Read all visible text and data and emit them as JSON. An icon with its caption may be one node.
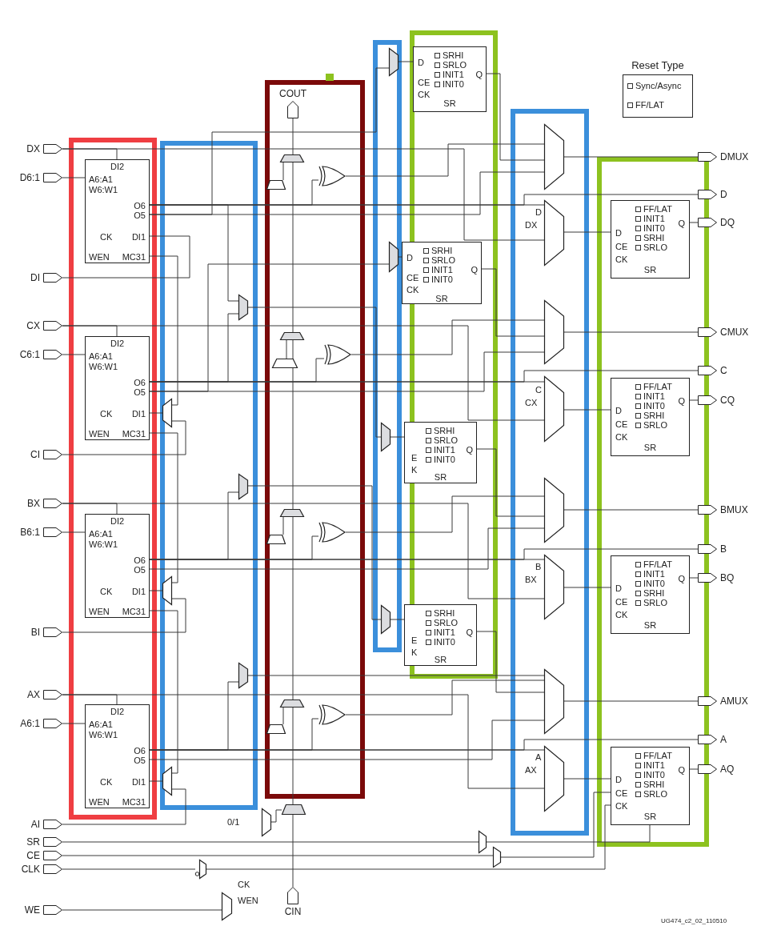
{
  "diagram": {
    "nodes": [
      {
        "text": [
          "DX"
        ]
      },
      {
        "text": [
          "D6:1"
        ]
      },
      {
        "text": [
          "DI"
        ]
      },
      {
        "text": [
          "CX"
        ]
      },
      {
        "text": [
          "C6:1"
        ]
      },
      {
        "text": [
          "CI"
        ]
      },
      {
        "text": [
          "BX"
        ]
      },
      {
        "text": [
          "B6:1"
        ]
      },
      {
        "text": [
          "BI"
        ]
      },
      {
        "text": [
          "AX"
        ]
      },
      {
        "text": [
          "A6:1"
        ]
      },
      {
        "text": [
          "AI"
        ]
      },
      {
        "text": [
          "SR"
        ]
      },
      {
        "text": [
          "CE"
        ]
      },
      {
        "text": [
          "CLK"
        ]
      },
      {
        "text": [
          "WE"
        ]
      },
      {
        "text": [
          "DI2",
          "A6:A1",
          "W6:W1",
          "O6",
          "O5",
          "CK",
          "DI1",
          "WEN",
          "MC31"
        ]
      },
      {
        "text": [
          "DI2",
          "A6:A1",
          "W6:W1",
          "O6",
          "O5",
          "CK",
          "DI1",
          "WEN",
          "MC31"
        ]
      },
      {
        "text": [
          "DI2",
          "A6:A1",
          "W6:W1",
          "O6",
          "O5",
          "CK",
          "DI1",
          "WEN",
          "MC31"
        ]
      },
      {
        "text": [
          "DI2",
          "A6:A1",
          "W6:W1",
          "O6",
          "O5",
          "CK",
          "DI1",
          "WEN",
          "MC31"
        ]
      },
      {
        "text": [
          "COUT"
        ]
      },
      {
        "text": [
          "CIN"
        ]
      },
      {
        "text": [
          "D",
          "CE",
          "CK",
          "SRHI",
          "SRLO",
          "INIT1",
          "INIT0",
          "Q",
          "SR"
        ]
      },
      {
        "text": [
          "D",
          "CE",
          "CK",
          "SRHI",
          "SRLO",
          "INIT1",
          "INIT0",
          "Q",
          "SR"
        ]
      },
      {
        "text": [
          "E",
          "K",
          "SRHI",
          "SRLO",
          "INIT1",
          "INIT0",
          "Q",
          "SR"
        ]
      },
      {
        "text": [
          "E",
          "K",
          "SRHI",
          "SRLO",
          "INIT1",
          "INIT0",
          "Q",
          "SR"
        ]
      },
      {
        "text": [
          "FF/LAT",
          "INIT1",
          "INIT0",
          "SRHI",
          "SRLO",
          "D",
          "CE",
          "CK",
          "Q",
          "SR"
        ]
      },
      {
        "text": [
          "FF/LAT",
          "INIT1",
          "INIT0",
          "SRHI",
          "SRLO",
          "D",
          "CE",
          "CK",
          "Q",
          "SR"
        ]
      },
      {
        "text": [
          "FF/LAT",
          "INIT1",
          "INIT0",
          "SRHI",
          "SRLO",
          "D",
          "CE",
          "CK",
          "Q",
          "SR"
        ]
      },
      {
        "text": [
          "FF/LAT",
          "INIT1",
          "INIT0",
          "SRHI",
          "SRLO",
          "D",
          "CE",
          "CK",
          "Q",
          "SR"
        ]
      },
      {
        "text": [],
        "shape": "trapezoid"
      },
      {
        "text": [],
        "shape": "trapezoid"
      },
      {
        "text": [],
        "shape": "trapezoid"
      },
      {
        "text": [],
        "shape": "trapezoid"
      },
      {
        "text": [],
        "shape": "trapezoid"
      },
      {
        "text": [],
        "shape": "trapezoid"
      },
      {
        "text": [],
        "shape": "trapezoid"
      },
      {
        "text": [],
        "shape": "trapezoid"
      },
      {
        "text": [
          "DMUX"
        ]
      },
      {
        "text": [
          "D"
        ]
      },
      {
        "text": [
          "DQ"
        ]
      },
      {
        "text": [
          "CMUX"
        ]
      },
      {
        "text": [
          "C"
        ]
      },
      {
        "text": [
          "CQ"
        ]
      },
      {
        "text": [
          "BMUX"
        ]
      },
      {
        "text": [
          "B"
        ]
      },
      {
        "text": [
          "BQ"
        ]
      },
      {
        "text": [
          "AMUX"
        ]
      },
      {
        "text": [
          "A"
        ]
      },
      {
        "text": [
          "AQ"
        ]
      },
      {
        "text": [],
        "shape": "trapezoid"
      },
      {
        "text": [],
        "shape": "trapezoid"
      },
      {
        "text": [],
        "shape": "trapezoid"
      },
      {
        "text": [],
        "shape": "trapezoid"
      },
      {
        "text": [],
        "shape": "trapezoid"
      },
      {
        "text": [],
        "shape": "trapezoid"
      },
      {
        "text": [],
        "shape": "trapezoid"
      },
      {
        "text": [],
        "shape": "trapezoid"
      },
      {
        "text": [],
        "shape": "trapezoid"
      },
      {
        "text": [],
        "shape": "trapezoid"
      },
      {
        "text": [],
        "shape": "trapezoid"
      },
      {
        "text": [],
        "shape": "trapezoid"
      },
      {
        "text": [],
        "shape": "gate"
      },
      {
        "text": [],
        "shape": "gate"
      },
      {
        "text": [],
        "shape": "gate"
      },
      {
        "text": [],
        "shape": "gate"
      },
      {
        "text": [],
        "shape": "trapezoid"
      },
      {
        "text": [],
        "shape": "trapezoid"
      },
      {
        "text": [],
        "shape": "trapezoid"
      },
      {
        "text": [],
        "shape": "trapezoid"
      },
      {
        "text": [],
        "shape": "trapezoid"
      },
      {
        "text": [],
        "shape": "trapezoid"
      },
      {
        "text": [],
        "shape": "trapezoid"
      },
      {
        "text": [],
        "shape": "trapezoid"
      },
      {
        "text": [],
        "shape": "trapezoid"
      },
      {
        "text": [],
        "shape": "trapezoid"
      },
      {
        "text": [],
        "shape": "trapezoid"
      },
      {
        "text": [],
        "shape": "trapezoid"
      },
      {
        "text": [
          "Reset Type",
          "Sync/Async",
          "FF/LAT"
        ]
      }
    ],
    "edges": [
      {
        "from": 0,
        "to": 16,
        "arrow": "none"
      },
      {
        "from": 1,
        "to": 16,
        "arrow": "none"
      },
      {
        "from": 2,
        "to": 16,
        "arrow": "none"
      },
      {
        "from": 3,
        "to": 17,
        "arrow": "none"
      },
      {
        "from": 4,
        "to": 17,
        "arrow": "none"
      },
      {
        "from": 5,
        "to": 69,
        "arrow": "none"
      },
      {
        "from": 6,
        "to": 18,
        "arrow": "none"
      },
      {
        "from": 7,
        "to": 18,
        "arrow": "none"
      },
      {
        "from": 8,
        "to": 70,
        "arrow": "none"
      },
      {
        "from": 9,
        "to": 19,
        "arrow": "none"
      },
      {
        "from": 10,
        "to": 19,
        "arrow": "none"
      },
      {
        "from": 11,
        "to": 71,
        "arrow": "none"
      },
      {
        "from": 69,
        "to": 17,
        "arrow": "none"
      },
      {
        "from": 70,
        "to": 18,
        "arrow": "none"
      },
      {
        "from": 71,
        "to": 19,
        "arrow": "none"
      },
      {
        "from": 16,
        "to": 69,
        "arrow": "none"
      },
      {
        "from": 17,
        "to": 70,
        "arrow": "none"
      },
      {
        "from": 18,
        "to": 71,
        "arrow": "none"
      },
      {
        "from": 16,
        "to": 31,
        "arrow": "none"
      },
      {
        "from": 16,
        "to": 30,
        "arrow": "none"
      },
      {
        "from": 16,
        "to": 62,
        "arrow": "none"
      },
      {
        "from": 17,
        "to": 33,
        "arrow": "none"
      },
      {
        "from": 17,
        "to": 32,
        "arrow": "none"
      },
      {
        "from": 17,
        "to": 63,
        "arrow": "none"
      },
      {
        "from": 18,
        "to": 35,
        "arrow": "none"
      },
      {
        "from": 18,
        "to": 34,
        "arrow": "none"
      },
      {
        "from": 18,
        "to": 64,
        "arrow": "none"
      },
      {
        "from": 19,
        "to": 37,
        "arrow": "none"
      },
      {
        "from": 19,
        "to": 36,
        "arrow": "none"
      },
      {
        "from": 19,
        "to": 65,
        "arrow": "none"
      },
      {
        "from": 21,
        "to": 72,
        "arrow": "none"
      },
      {
        "from": 72,
        "to": 57,
        "arrow": "none"
      },
      {
        "from": 57,
        "to": 56,
        "arrow": "none"
      },
      {
        "from": 56,
        "to": 55,
        "arrow": "none"
      },
      {
        "from": 55,
        "to": 54,
        "arrow": "none"
      },
      {
        "from": 54,
        "to": 20,
        "arrow": "none"
      },
      {
        "from": 62,
        "to": 30,
        "arrow": "none"
      },
      {
        "from": 63,
        "to": 32,
        "arrow": "none"
      },
      {
        "from": 64,
        "to": 34,
        "arrow": "none"
      },
      {
        "from": 65,
        "to": 36,
        "arrow": "none"
      },
      {
        "from": 31,
        "to": 26,
        "arrow": "none"
      },
      {
        "from": 33,
        "to": 27,
        "arrow": "none"
      },
      {
        "from": 35,
        "to": 28,
        "arrow": "none"
      },
      {
        "from": 37,
        "to": 29,
        "arrow": "none"
      },
      {
        "from": 30,
        "to": 38,
        "arrow": "none"
      },
      {
        "from": 32,
        "to": 41,
        "arrow": "none"
      },
      {
        "from": 34,
        "to": 44,
        "arrow": "none"
      },
      {
        "from": 36,
        "to": 47,
        "arrow": "none"
      },
      {
        "from": 26,
        "to": 40,
        "arrow": "none"
      },
      {
        "from": 27,
        "to": 43,
        "arrow": "none"
      },
      {
        "from": 28,
        "to": 46,
        "arrow": "none"
      },
      {
        "from": 29,
        "to": 49,
        "arrow": "none"
      },
      {
        "from": 16,
        "to": 39,
        "arrow": "none"
      },
      {
        "from": 17,
        "to": 42,
        "arrow": "none"
      },
      {
        "from": 18,
        "to": 45,
        "arrow": "none"
      },
      {
        "from": 19,
        "to": 48,
        "arrow": "none"
      },
      {
        "from": 50,
        "to": 22,
        "arrow": "none"
      },
      {
        "from": 51,
        "to": 23,
        "arrow": "none"
      },
      {
        "from": 52,
        "to": 24,
        "arrow": "none"
      },
      {
        "from": 53,
        "to": 25,
        "arrow": "none"
      },
      {
        "from": 22,
        "to": 30,
        "arrow": "none"
      },
      {
        "from": 23,
        "to": 32,
        "arrow": "none"
      },
      {
        "from": 24,
        "to": 34,
        "arrow": "none"
      },
      {
        "from": 25,
        "to": 36,
        "arrow": "none"
      },
      {
        "from": 0,
        "to": 31,
        "arrow": "none"
      },
      {
        "from": 3,
        "to": 33,
        "arrow": "none"
      },
      {
        "from": 6,
        "to": 35,
        "arrow": "none"
      },
      {
        "from": 9,
        "to": 37,
        "arrow": "none"
      },
      {
        "from": 66,
        "to": 52,
        "arrow": "none"
      },
      {
        "from": 67,
        "to": 53,
        "arrow": "none"
      },
      {
        "from": 68,
        "to": 36,
        "arrow": "none"
      },
      {
        "from": 16,
        "to": 66,
        "arrow": "none"
      },
      {
        "from": 17,
        "to": 66,
        "arrow": "none"
      },
      {
        "from": 18,
        "to": 67,
        "arrow": "none"
      },
      {
        "from": 19,
        "to": 68,
        "arrow": "none"
      },
      {
        "from": 16,
        "to": 50,
        "arrow": "none"
      },
      {
        "from": 17,
        "to": 51,
        "arrow": "none"
      },
      {
        "from": 12,
        "to": 74,
        "arrow": "none"
      },
      {
        "from": 13,
        "to": 75,
        "arrow": "none"
      },
      {
        "from": 14,
        "to": 76,
        "arrow": "none"
      },
      {
        "from": 15,
        "to": 77,
        "arrow": "none"
      },
      {
        "from": 73,
        "to": 72,
        "arrow": "none"
      },
      {
        "from": 74,
        "to": 29,
        "arrow": "none"
      },
      {
        "from": 75,
        "to": 29,
        "arrow": "none"
      },
      {
        "from": 76,
        "to": 29,
        "arrow": "none"
      },
      {
        "from": 58,
        "to": 54,
        "arrow": "none"
      },
      {
        "from": 59,
        "to": 55,
        "arrow": "none"
      },
      {
        "from": 60,
        "to": 56,
        "arrow": "none"
      },
      {
        "from": 61,
        "to": 57,
        "arrow": "none"
      }
    ],
    "labels": [
      "D",
      "DX",
      "C",
      "CX",
      "B",
      "BX",
      "A",
      "AX",
      "0/1",
      "CK",
      "WEN",
      "UG474_c2_02_110510"
    ]
  }
}
